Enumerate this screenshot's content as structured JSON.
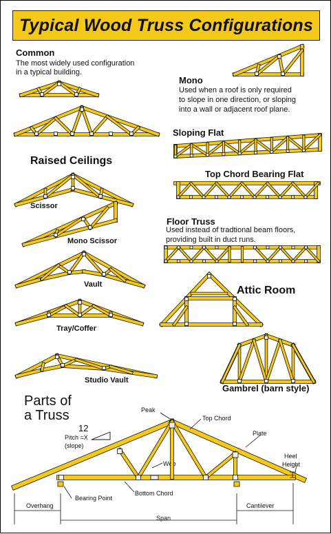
{
  "title": "Typical Wood Truss Configurations",
  "sections": {
    "common": {
      "heading": "Common",
      "desc_1": "The most widely used configuration",
      "desc_2": "in a typical building."
    },
    "mono": {
      "heading": "Mono",
      "desc_1": "Used when a roof is only required",
      "desc_2": "to slope in one direction, or sloping",
      "desc_3": "into a wall or adjacent roof plane."
    },
    "sloping_flat": {
      "heading": "Sloping Flat"
    },
    "top_chord_bearing_flat": {
      "heading": "Top Chord Bearing Flat"
    },
    "raised_ceilings": {
      "heading": "Raised Ceilings"
    },
    "floor_truss": {
      "heading": "Floor Truss",
      "desc_1": "Used instead of tradtional beam floors,",
      "desc_2": "providing built in duct runs."
    },
    "attic_room": {
      "heading": "Attic Room"
    },
    "gambrel": {
      "heading": "Gambrel (barn style)"
    }
  },
  "labels": {
    "scissor": "Scissor",
    "mono_scissor": "Mono Scissor",
    "vault": "Vault",
    "tray_coffer": "Tray/Coffer",
    "studio_vault": "Studio Vault"
  },
  "parts": {
    "heading_1": "Parts of",
    "heading_2": "a Truss",
    "peak": "Peak",
    "top_chord": "Top Chord",
    "pitch": "Pitch =X",
    "pitch_rise": "12",
    "pitch_note": "(slope)",
    "plate": "Plate",
    "web": "Web",
    "heel_1": "Heel",
    "heel_2": "Height",
    "overhang": "Overhang",
    "bearing_point": "Bearing Point",
    "bottom_chord": "Bottom Chord",
    "cantilever": "Cantilever",
    "span": "Span"
  },
  "colors": {
    "wood": "#f4c918",
    "outline": "#111111",
    "plate": "#f2f2f2"
  }
}
